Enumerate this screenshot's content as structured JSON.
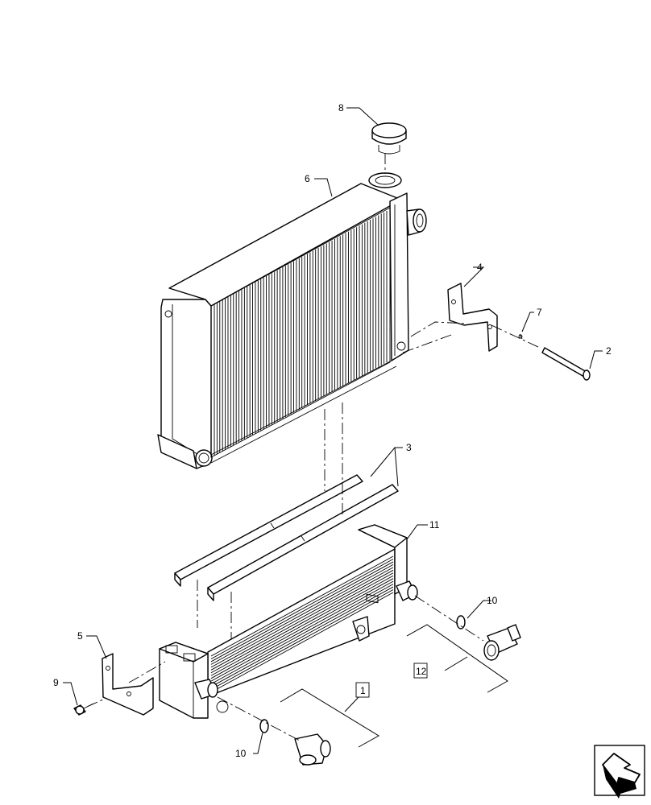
{
  "callouts": {
    "c1": "1",
    "c2": "2",
    "c3": "3",
    "c4": "4",
    "c5": "5",
    "c6": "6",
    "c7": "7",
    "c8": "8",
    "c9": "9",
    "c10a": "10",
    "c10b": "10",
    "c11": "11",
    "c12": "12"
  },
  "icons": {
    "nav": "arrow-navigation-icon"
  }
}
